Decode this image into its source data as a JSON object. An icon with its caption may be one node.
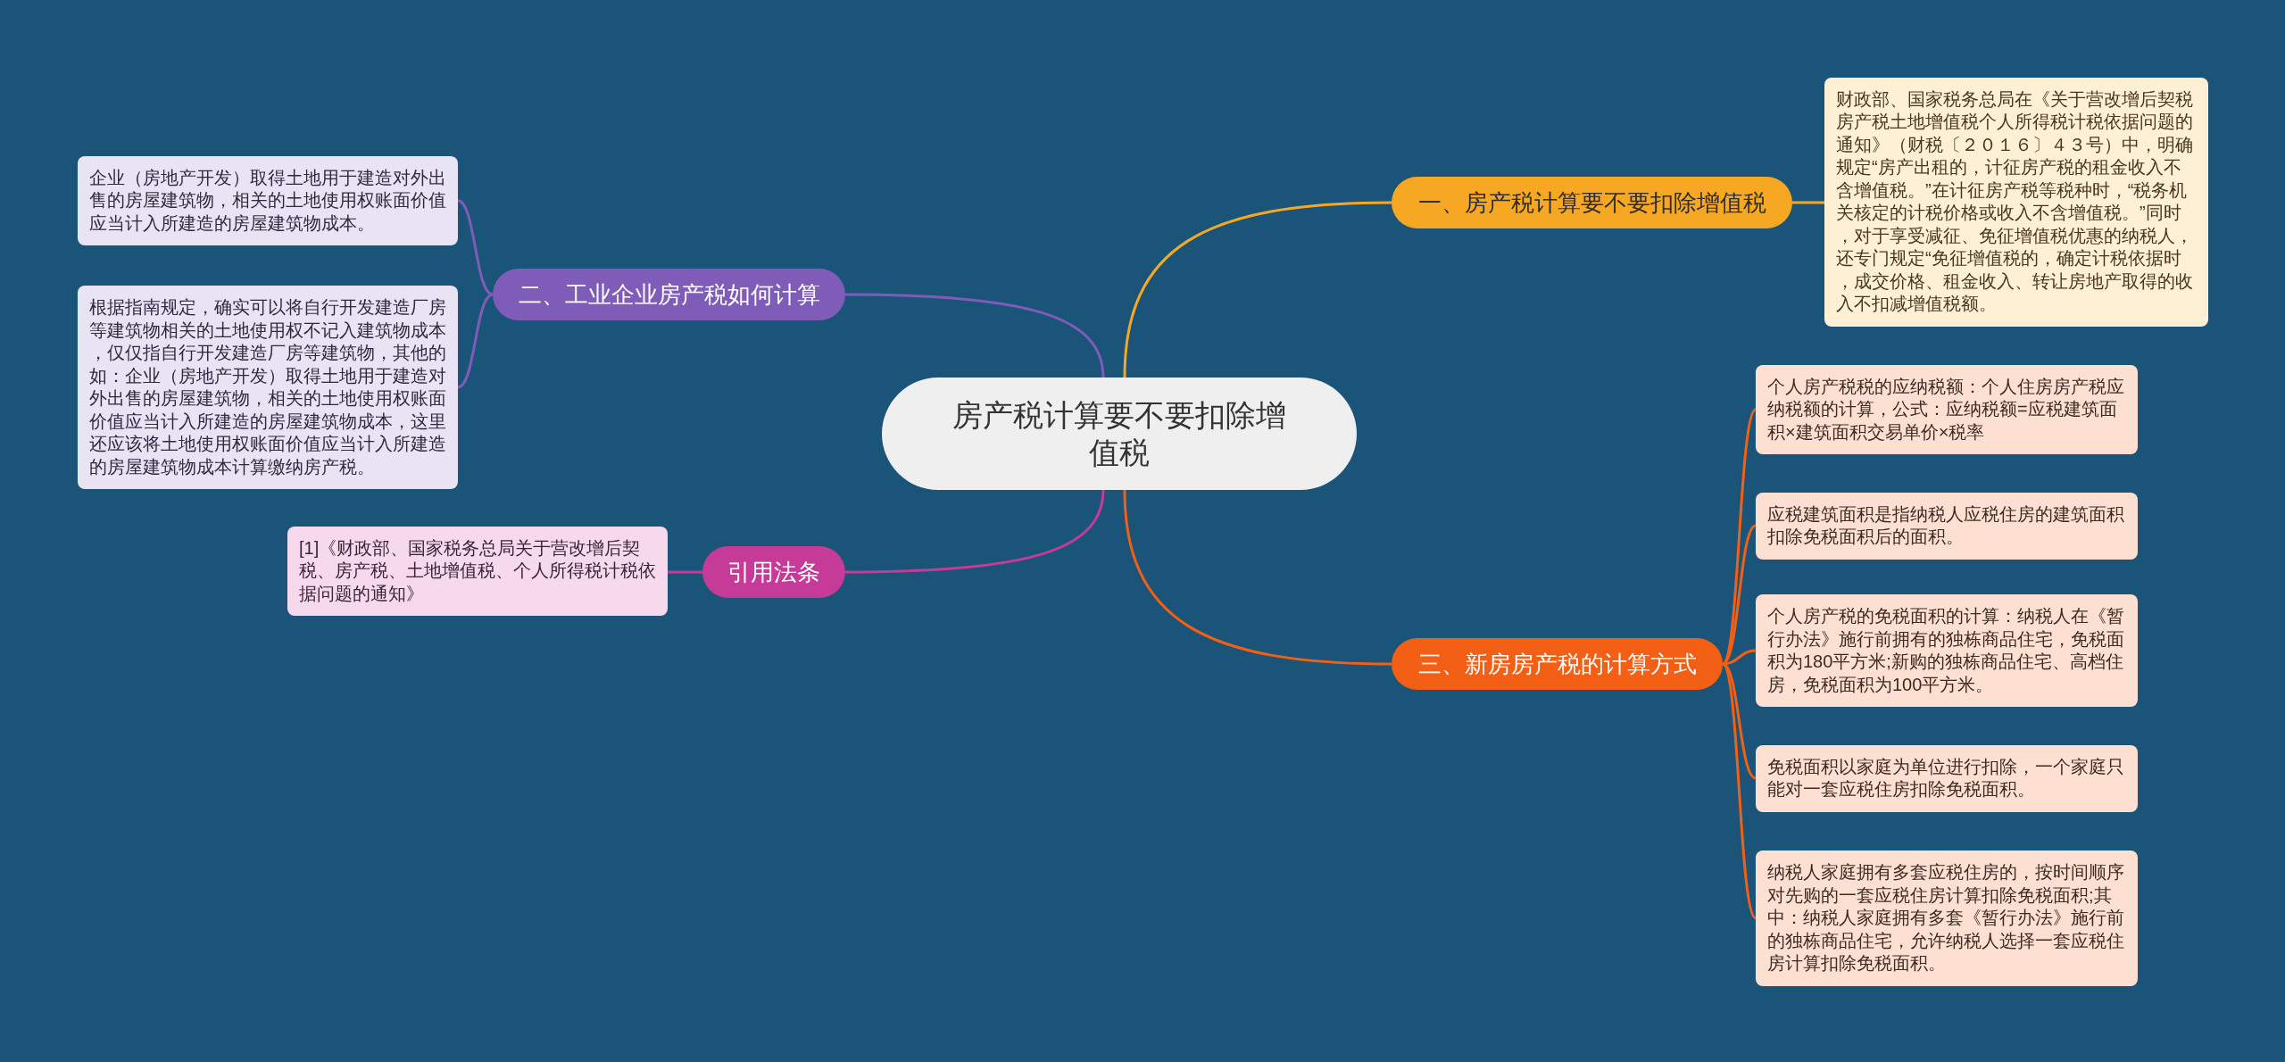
{
  "diagram": {
    "nodes": [
      {
        "text": [
          "房产税计算要不要扣除增值税"
        ]
      },
      {
        "text": [
          "一、房产税计算要不要扣除增值税"
        ]
      },
      {
        "text": [
          "财政部、国家税务总局在《关于营改增后契税房产税土地增值税个人所得税计税依据问题的通知》（财税〔２０１６〕４３号）中，明确规定“房产出租的，计征房产税的租金收入不含增值税。”在计征房产税等税种时，“税务机关核定的计税价格或收入不含增值税。”同时，对于享受减征、免征增值税优惠的纳税人，还专门规定“免征增值税的，确定计税依据时，成交价格、租金收入、转让房地产取得的收入不扣减增值税额。"
        ]
      },
      {
        "text": [
          "二、工业企业房产税如何计算"
        ]
      },
      {
        "text": [
          "企业（房地产开发）取得土地用于建造对外出售的房屋建筑物，相关的土地使用权账面价值应当计入所建造的房屋建筑物成本。"
        ]
      },
      {
        "text": [
          "根据指南规定，确实可以将自行开发建造厂房等建筑物相关的土地使用权不记入建筑物成本，仅仅指自行开发建造厂房等建筑物，其他的如：企业（房地产开发）取得土地用于建造对外出售的房屋建筑物，相关的土地使用权账面价值应当计入所建造的房屋建筑物成本，这里还应该将土地使用权账面价值应当计入所建造的房屋建筑物成本计算缴纳房产税。"
        ]
      },
      {
        "text": [
          "引用法条"
        ]
      },
      {
        "text": [
          "[1]《财政部、国家税务总局关于营改增后契税、房产税、土地增值税、个人所得税计税依据问题的通知》"
        ]
      },
      {
        "text": [
          "三、新房房产税的计算方式"
        ]
      },
      {
        "text": [
          "个人房产税税的应纳税额：个人住房房产税应纳税额的计算，公式：应纳税额=应税建筑面积×建筑面积交易单价×税率"
        ]
      },
      {
        "text": [
          "应税建筑面积是指纳税人应税住房的建筑面积扣除免税面积后的面积。"
        ]
      },
      {
        "text": [
          "个人房产税的免税面积的计算：纳税人在《暂行办法》施行前拥有的独栋商品住宅，免税面积为180平方米;新购的独栋商品住宅、高档住房，免税面积为100平方米。"
        ]
      },
      {
        "text": [
          "免税面积以家庭为单位进行扣除，一个家庭只能对一套应税住房扣除免税面积。"
        ]
      },
      {
        "text": [
          "纳税人家庭拥有多套应税住房的，按时间顺序对先购的一套应税住房计算扣除免税面积;其中：纳税人家庭拥有多套《暂行办法》施行前的独栋商品住宅，允许纳税人选择一套应税住房计算扣除免税面积。"
        ]
      }
    ],
    "edges": [
      {
        "from": 0,
        "to": 1,
        "arrow": "none",
        "color": "#f7a823"
      },
      {
        "from": 1,
        "to": 2,
        "arrow": "none",
        "color": "#f7a823"
      },
      {
        "from": 0,
        "to": 3,
        "arrow": "none",
        "color": "#7e5cb8"
      },
      {
        "from": 3,
        "to": 4,
        "arrow": "none",
        "color": "#7e5cb8"
      },
      {
        "from": 3,
        "to": 5,
        "arrow": "none",
        "color": "#7e5cb8"
      },
      {
        "from": 0,
        "to": 6,
        "arrow": "none",
        "color": "#c63a98"
      },
      {
        "from": 6,
        "to": 7,
        "arrow": "none",
        "color": "#c63a98"
      },
      {
        "from": 0,
        "to": 8,
        "arrow": "none"
      },
      {
        "from": 8,
        "to": 9,
        "arrow": "none"
      },
      {
        "from": 8,
        "to": 10,
        "arrow": "none"
      },
      {
        "from": 8,
        "to": 11,
        "arrow": "none"
      },
      {
        "from": 8,
        "to": 12,
        "arrow": "none"
      },
      {
        "from": 8,
        "to": 13,
        "arrow": "none"
      }
    ]
  }
}
